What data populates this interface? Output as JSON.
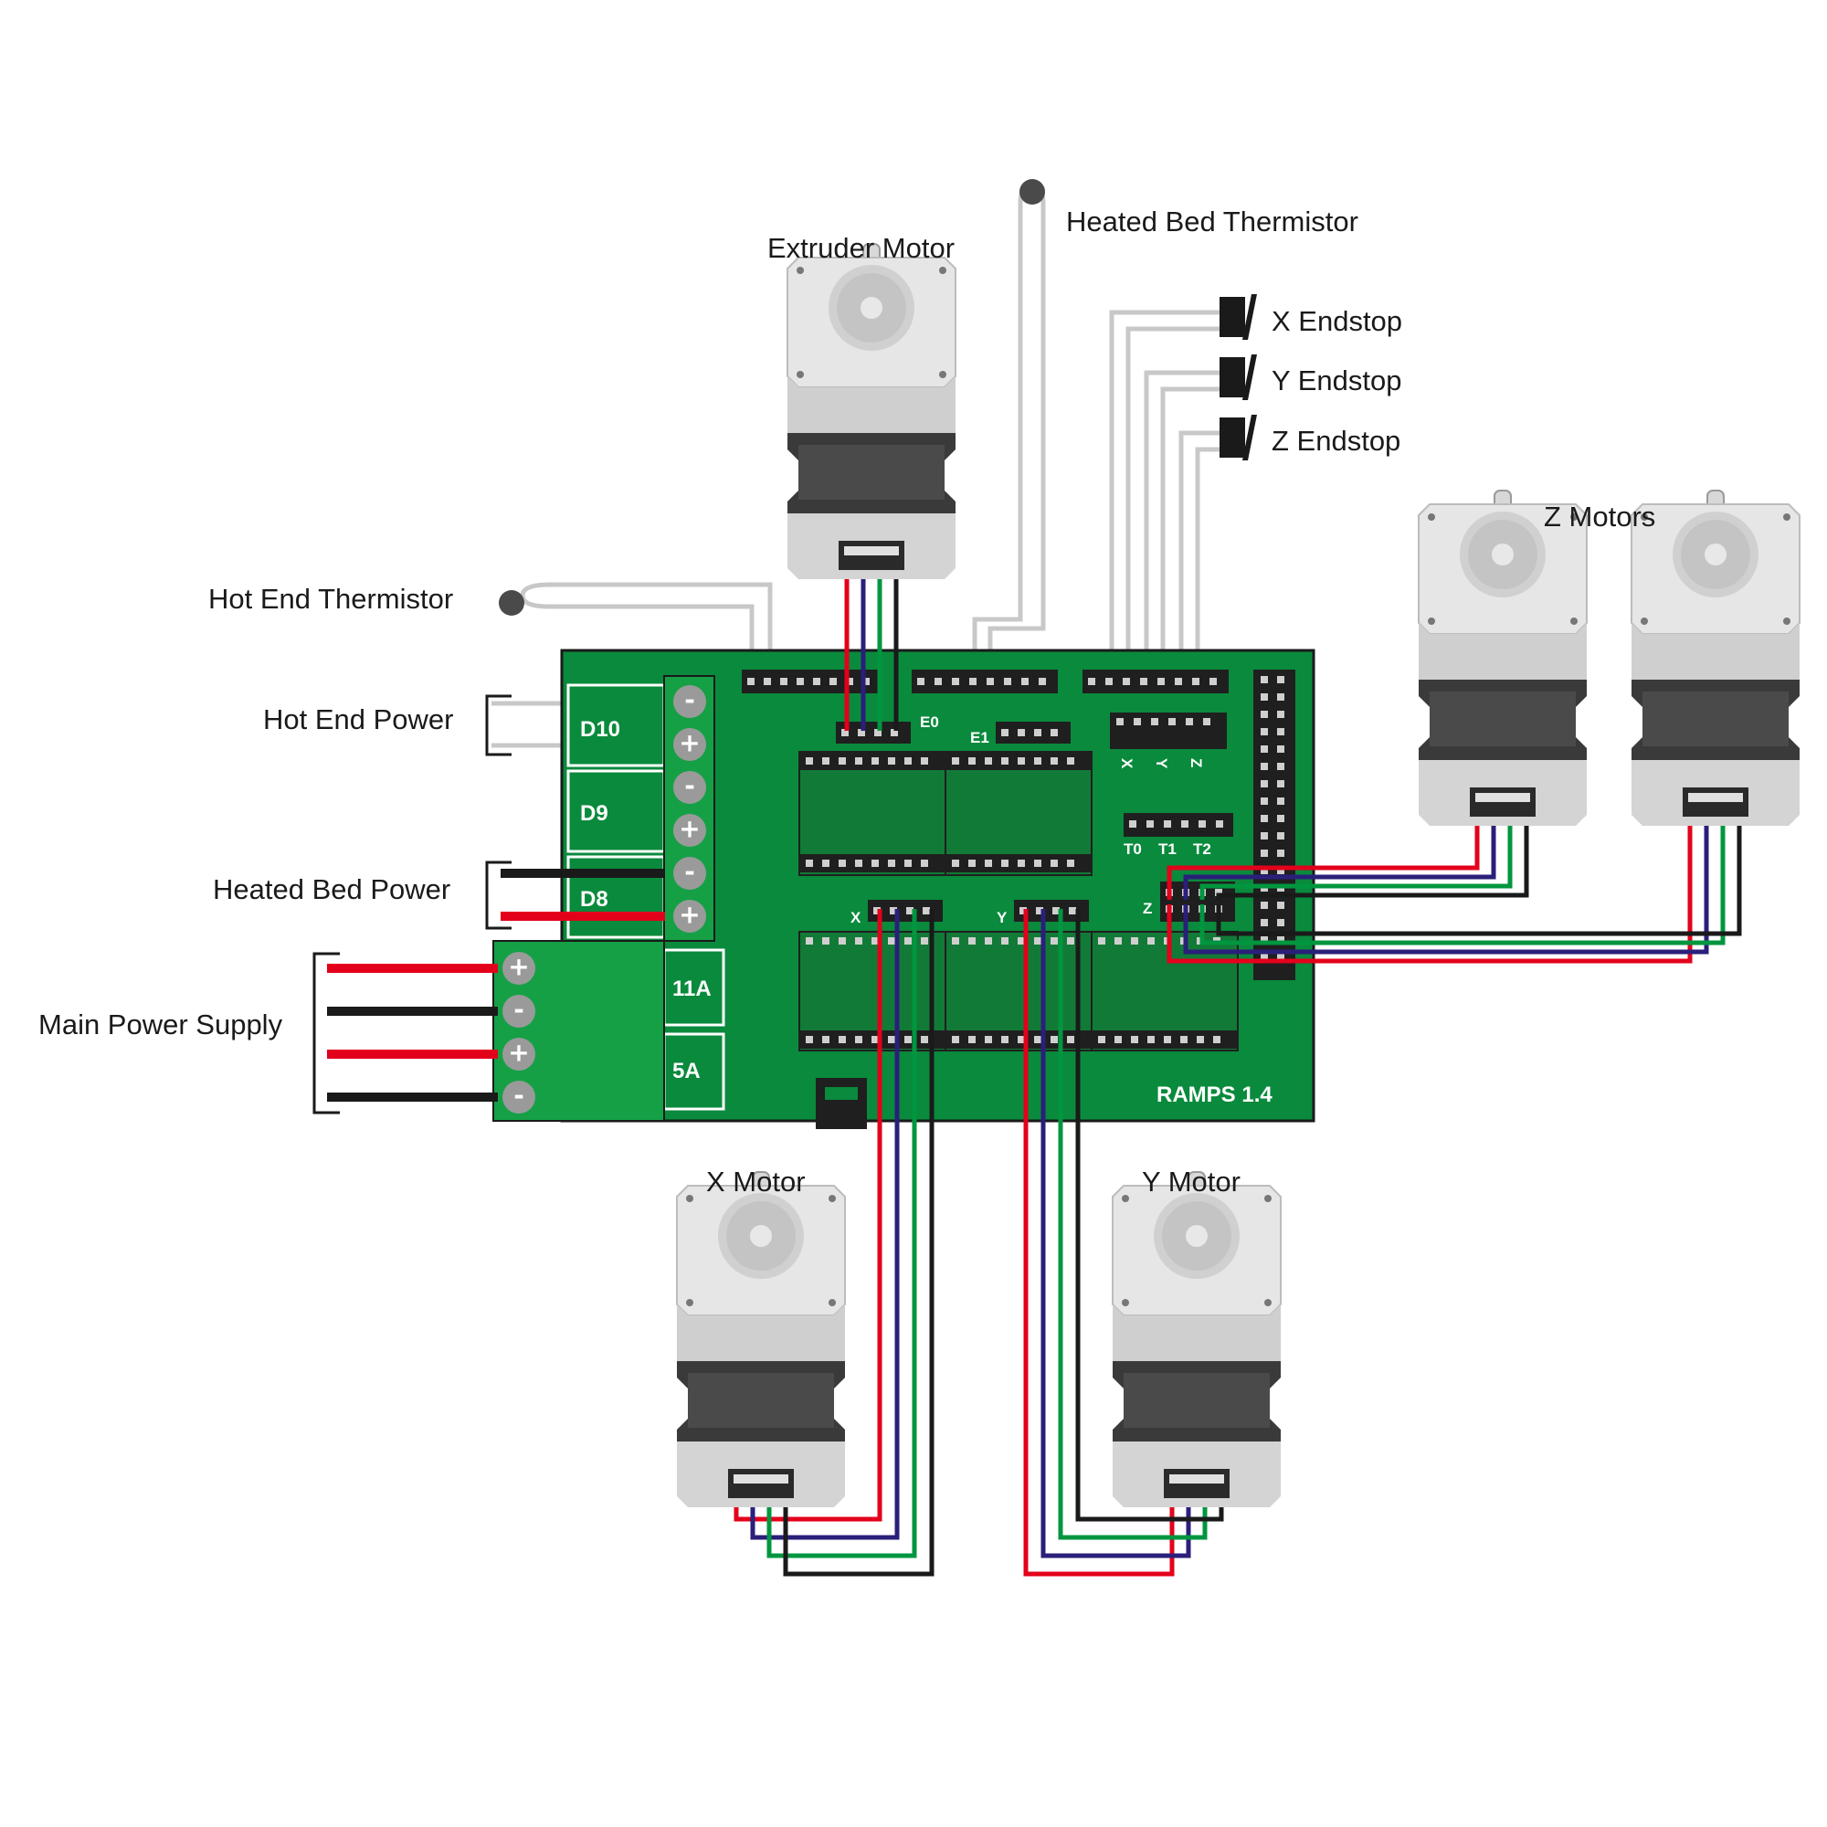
{
  "labels": {
    "extruder_motor": "Extruder Motor",
    "heated_bed_thermistor": "Heated Bed Thermistor",
    "x_endstop": "X Endstop",
    "y_endstop": "Y Endstop",
    "z_endstop": "Z Endstop",
    "z_motors": "Z Motors",
    "hot_end_thermistor": "Hot End Thermistor",
    "hot_end_power": "Hot End Power",
    "heated_bed_power": "Heated Bed Power",
    "main_power_supply": "Main Power Supply",
    "x_motor": "X Motor",
    "y_motor": "Y Motor"
  },
  "board": {
    "name": "RAMPS 1.4",
    "outputs": [
      "D10",
      "D9",
      "D8"
    ],
    "fuses": [
      "11A",
      "5A"
    ],
    "thermistor_pins": [
      "T0",
      "T1",
      "T2"
    ],
    "endstop_pins": [
      "X",
      "Y",
      "Z"
    ],
    "extruder_headers": [
      "E0",
      "E1"
    ],
    "driver_labels": [
      "X",
      "Y",
      "Z"
    ],
    "terminal_signs": [
      "-",
      "+",
      "-",
      "+",
      "-",
      "+"
    ],
    "power_signs": [
      "+",
      "-",
      "+",
      "-"
    ]
  },
  "colors": {
    "pcb": "#0a8a3c",
    "terminal": "#16a046",
    "wire_red": "#e3001b",
    "wire_blue": "#2a1f7a",
    "wire_green": "#00963f",
    "wire_black": "#1a1a1a",
    "wire_grey": "#c8c8c8"
  }
}
